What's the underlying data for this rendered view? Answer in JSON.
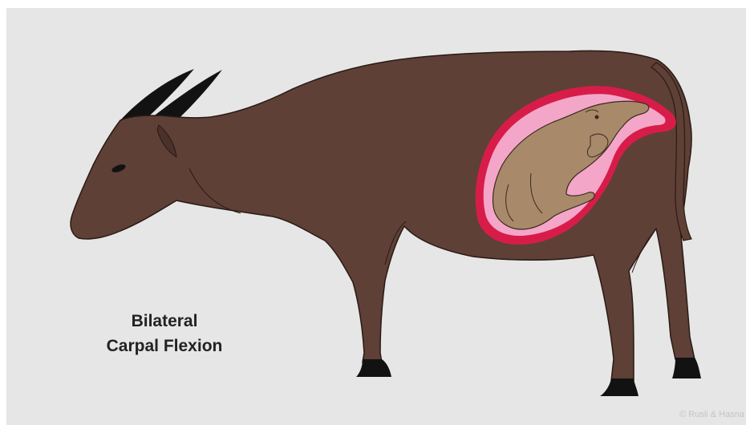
{
  "caption": {
    "line1": "Bilateral",
    "line2": "Carpal Flexion"
  },
  "credit": "© Rusli & Hasna",
  "colors": {
    "background": "#e6e6e6",
    "cow_body": "#5e4037",
    "horns_hooves": "#121212",
    "uterus_wall": "#d81c4a",
    "uterus_fluid": "#f4a6c8",
    "calf": "#a88a6a"
  },
  "icons": [
    "cow-illustration",
    "calf-illustration",
    "uterus-illustration"
  ]
}
